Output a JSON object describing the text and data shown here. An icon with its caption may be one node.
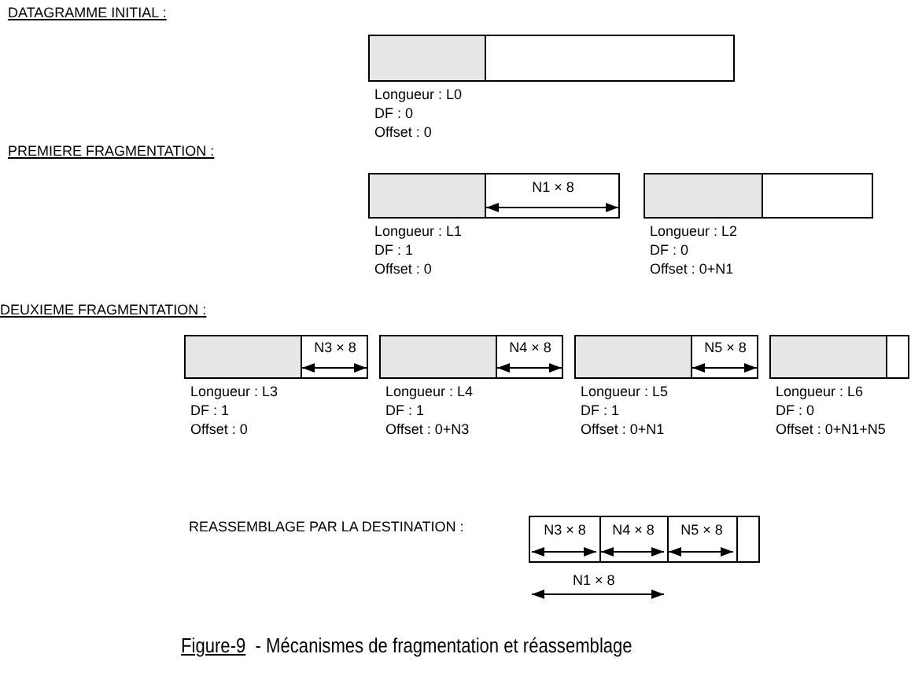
{
  "diagram": {
    "caption": "Figure-9 - Mécanismes de fragmentation et réassemblage",
    "nodes": [
      {
        "text": [],
        "shape": "box",
        "beside": [
          "Longueur : L0",
          "DF : 0",
          "Offset : 0"
        ]
      },
      {
        "text": [
          "N1 × 8"
        ],
        "beside": [
          "Longueur : L1",
          "DF : 1",
          "Offset : 0"
        ]
      },
      {
        "text": [],
        "shape": "box",
        "beside": [
          "Longueur : L2",
          "DF : 0",
          "Offset : 0+N1"
        ]
      },
      {
        "text": [
          "N3 × 8"
        ],
        "beside": [
          "Longueur : L3",
          "DF : 1",
          "Offset : 0"
        ]
      },
      {
        "text": [
          "N4 × 8"
        ],
        "beside": [
          "Longueur : L4",
          "DF : 1",
          "Offset : 0+N3"
        ]
      },
      {
        "text": [
          "N5 × 8"
        ],
        "beside": [
          "Longueur : L5",
          "DF : 1",
          "Offset : 0+N1"
        ]
      },
      {
        "text": [],
        "shape": "box",
        "beside": [
          "Longueur : L6",
          "DF : 0",
          "Offset : 0+N1+N5"
        ]
      },
      {
        "text": [
          "N3 × 8",
          "N4 × 8",
          "N5 × 8"
        ]
      }
    ],
    "labels": [
      "DATAGRAMME INITIAL :",
      "PREMIERE FRAGMENTATION :",
      "DEUXIEME FRAGMENTATION :",
      "REASSEMBLAGE PAR LA DESTINATION :",
      "N1 × 8"
    ]
  }
}
